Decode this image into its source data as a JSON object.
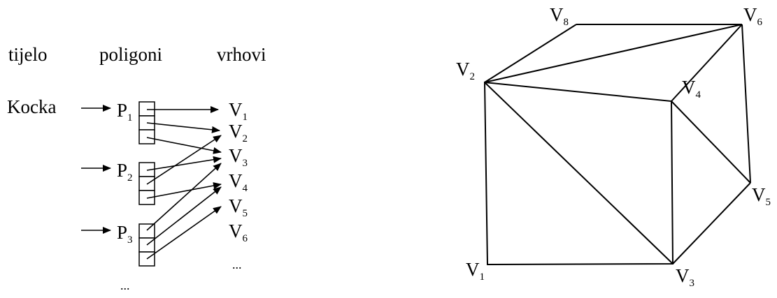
{
  "headers": {
    "body": "tijelo",
    "polygons": "poligoni",
    "vertices": "vrhovi"
  },
  "body_name": "Kocka",
  "polygons": [
    {
      "letter": "P",
      "index": "1"
    },
    {
      "letter": "P",
      "index": "2"
    },
    {
      "letter": "P",
      "index": "3"
    }
  ],
  "polygons_more": "...",
  "vertices": [
    {
      "letter": "V",
      "index": "1"
    },
    {
      "letter": "V",
      "index": "2"
    },
    {
      "letter": "V",
      "index": "3"
    },
    {
      "letter": "V",
      "index": "4"
    },
    {
      "letter": "V",
      "index": "5"
    },
    {
      "letter": "V",
      "index": "6"
    }
  ],
  "vertices_more": "...",
  "cube_labels": [
    {
      "letter": "V",
      "index": "8"
    },
    {
      "letter": "V",
      "index": "6"
    },
    {
      "letter": "V",
      "index": "2"
    },
    {
      "letter": "V",
      "index": "4"
    },
    {
      "letter": "V",
      "index": "5"
    },
    {
      "letter": "V",
      "index": "1"
    },
    {
      "letter": "V",
      "index": "3"
    }
  ]
}
